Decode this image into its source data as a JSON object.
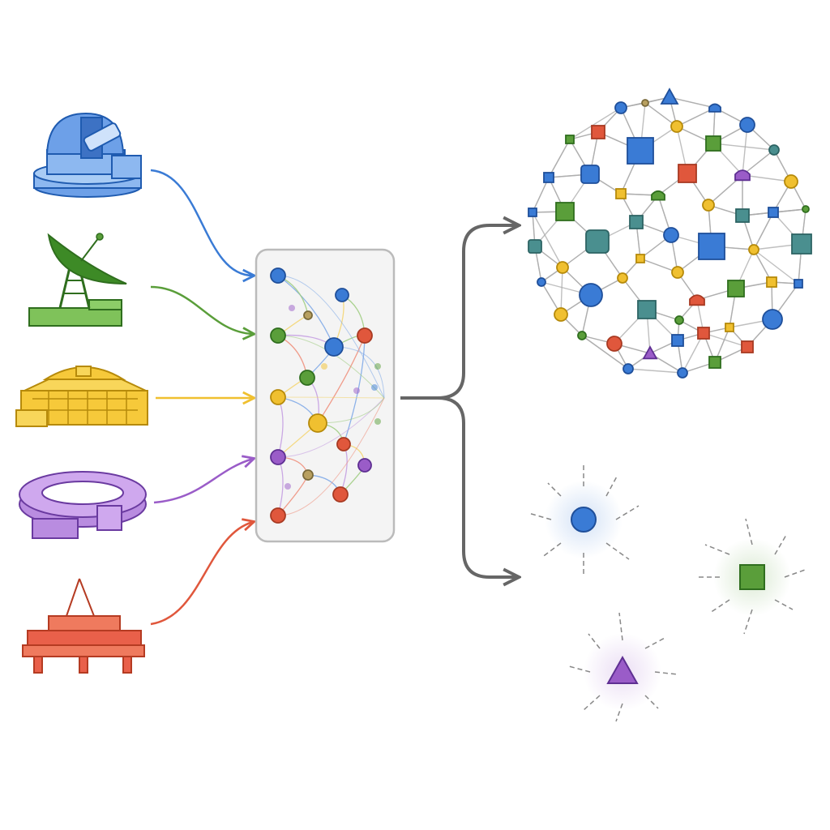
{
  "colors": {
    "blue": "#3a7bd5",
    "green": "#5a9e3a",
    "yellow": "#f0c030",
    "purple": "#9a5cc8",
    "red": "#e0573c",
    "teal": "#4a8f8f",
    "gray_arrow": "#666666",
    "panel_border": "#bbbbbb",
    "panel_fill": "#f4f4f4"
  },
  "sources": [
    {
      "kind": "observatory-dome",
      "color": "blue"
    },
    {
      "kind": "radio-dish",
      "color": "green"
    },
    {
      "kind": "detector-hall",
      "color": "yellow"
    },
    {
      "kind": "ring-accelerator",
      "color": "purple"
    },
    {
      "kind": "offshore-platform",
      "color": "red"
    }
  ],
  "outputs": [
    {
      "kind": "interconnected-graph"
    },
    {
      "kind": "isolated-nodes",
      "nodes": [
        {
          "shape": "circle",
          "color": "blue"
        },
        {
          "shape": "square",
          "color": "green"
        },
        {
          "shape": "triangle",
          "color": "purple"
        }
      ]
    }
  ]
}
